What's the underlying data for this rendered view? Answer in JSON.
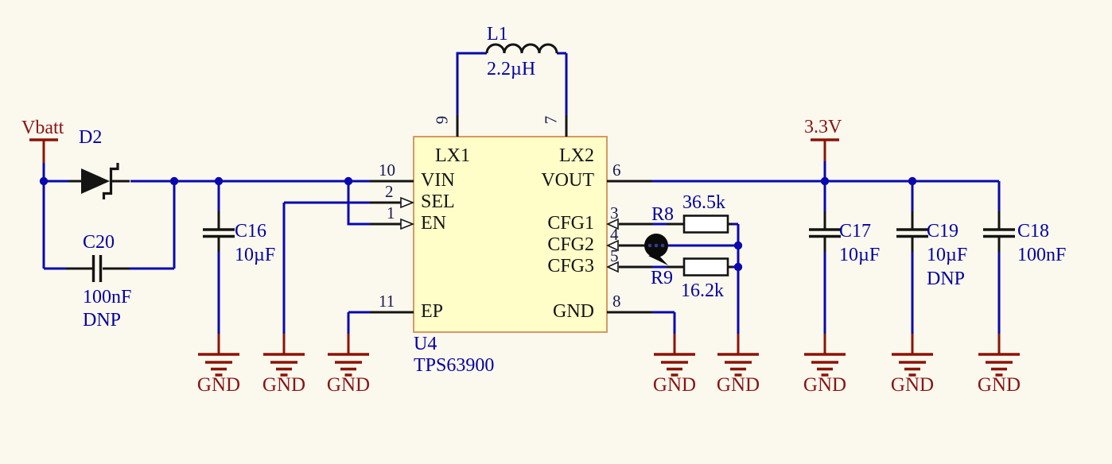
{
  "title": "TPS63900 buck-boost converter schematic",
  "colors": {
    "background": "#fbf8ee",
    "wire": "#0909ae",
    "power_net": "#8b1305",
    "designator_text": "#0202a0",
    "net_text": "#8b1312",
    "pin_text": "#18184e",
    "ic_fill": "#fffec9",
    "ic_border": "#d29050",
    "symbol_black": "#141414"
  },
  "nets": {
    "vbatt": "Vbatt",
    "v33": "3.3V",
    "gnd": "GND"
  },
  "ic": {
    "designator": "U4",
    "part": "TPS63900",
    "pins": {
      "lx1": {
        "num": "9",
        "name": "LX1"
      },
      "lx2": {
        "num": "7",
        "name": "LX2"
      },
      "vin": {
        "num": "10",
        "name": "VIN"
      },
      "sel": {
        "num": "2",
        "name": "SEL"
      },
      "en": {
        "num": "1",
        "name": "EN"
      },
      "vout": {
        "num": "6",
        "name": "VOUT"
      },
      "cfg1": {
        "num": "3",
        "name": "CFG1"
      },
      "cfg2": {
        "num": "4",
        "name": "CFG2"
      },
      "cfg3": {
        "num": "5",
        "name": "CFG3"
      },
      "ep": {
        "num": "11",
        "name": "EP"
      },
      "gnd": {
        "num": "8",
        "name": "GND"
      }
    }
  },
  "components": {
    "l1": {
      "designator": "L1",
      "value": "2.2µH"
    },
    "d2": {
      "designator": "D2"
    },
    "c20": {
      "designator": "C20",
      "value": "100nF",
      "note": "DNP"
    },
    "c16": {
      "designator": "C16",
      "value": "10µF"
    },
    "r8": {
      "designator": "R8",
      "value": "36.5k"
    },
    "r9": {
      "designator": "R9",
      "value": "16.2k"
    },
    "c17": {
      "designator": "C17",
      "value": "10µF"
    },
    "c19": {
      "designator": "C19",
      "value": "10µF",
      "note": "DNP"
    },
    "c18": {
      "designator": "C18",
      "value": "100nF"
    }
  }
}
